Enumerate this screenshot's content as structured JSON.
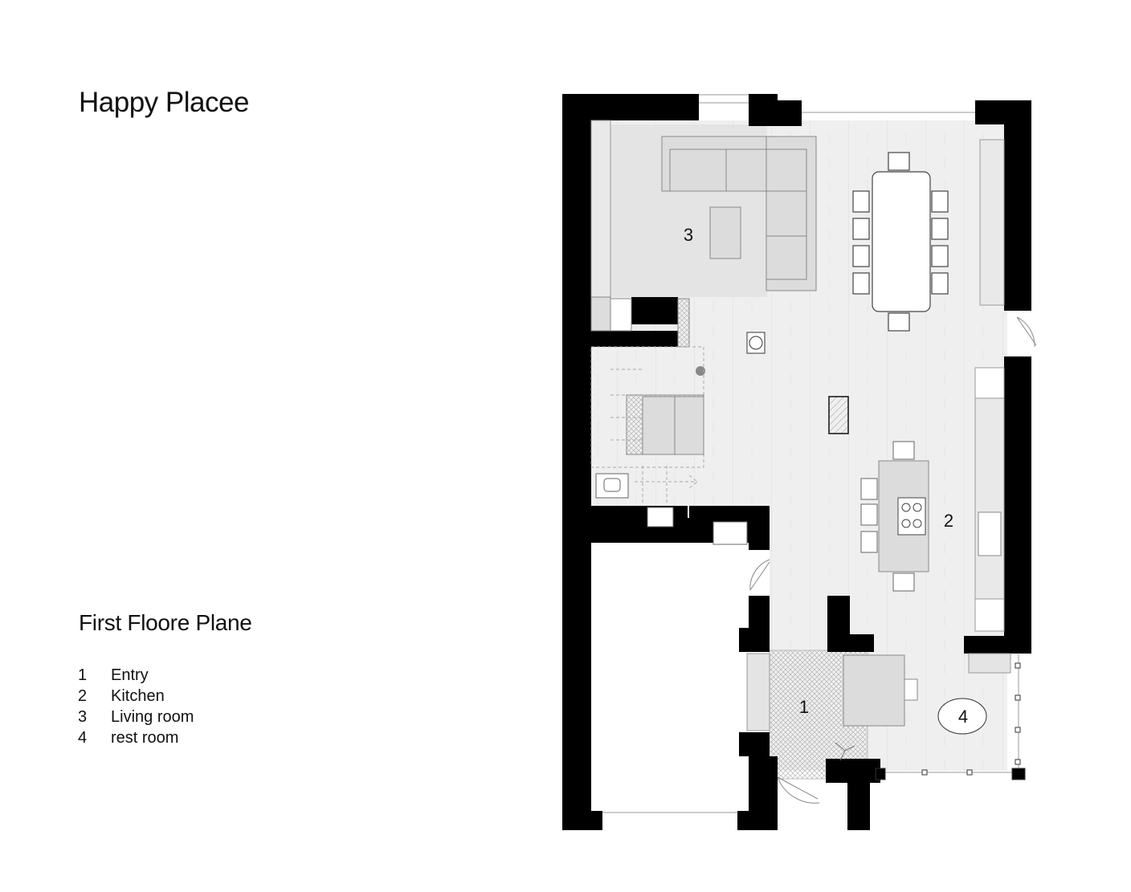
{
  "title": "Happy Placee",
  "subtitle": "First Floore Plane",
  "legend": [
    {
      "num": "1",
      "label": "Entry"
    },
    {
      "num": "2",
      "label": "Kitchen"
    },
    {
      "num": "3",
      "label": "Living room"
    },
    {
      "num": "4",
      "label": "rest room"
    }
  ],
  "room_labels": {
    "entry": "1",
    "kitchen": "2",
    "living": "3",
    "restroom": "4"
  },
  "colors": {
    "wall": "#000000",
    "floor": "#efefef",
    "furniture": "#dcdcdc",
    "furniture_stroke": "#888888",
    "living_floor": "#e4e4e4"
  }
}
